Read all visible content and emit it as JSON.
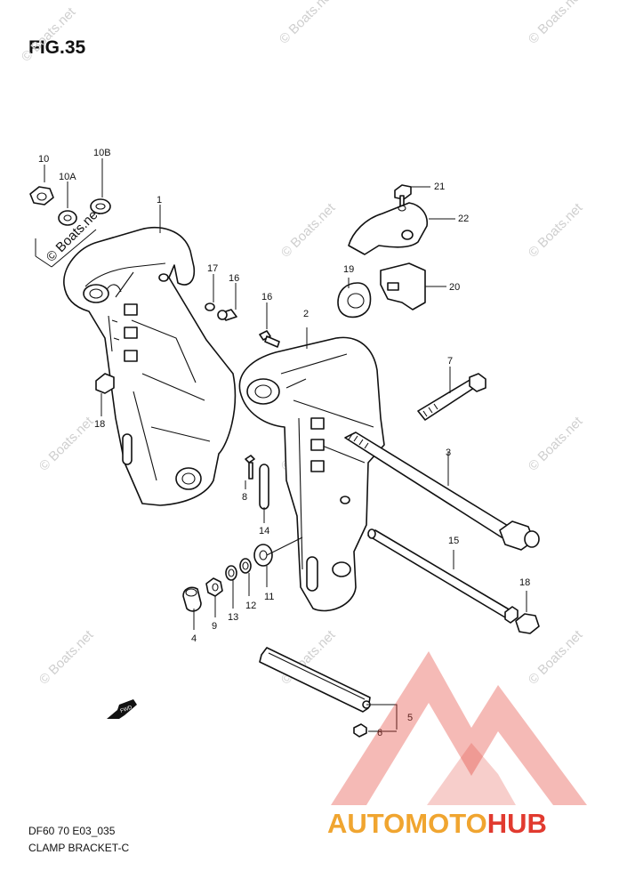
{
  "title": "FIG.35",
  "caption_line1": "DF60 70 E03_035",
  "caption_line2": "CLAMP BRACKET-C",
  "watermark": "© Boats.net",
  "logo": {
    "prefix": "AUTOMOTO",
    "suffix": "HUB"
  },
  "fwd_label": "FWD",
  "callouts": [
    "10",
    "10A",
    "10B",
    "1",
    "17",
    "16",
    "18",
    "16",
    "2",
    "21",
    "22",
    "19",
    "20",
    "7",
    "3",
    "8",
    "14",
    "15",
    "18",
    "11",
    "12",
    "13",
    "9",
    "4",
    "5",
    "6"
  ],
  "colors": {
    "logo_orange": "#f0a530",
    "logo_red": "#e13a2f",
    "watermark_gray": "#cfcfcf"
  }
}
